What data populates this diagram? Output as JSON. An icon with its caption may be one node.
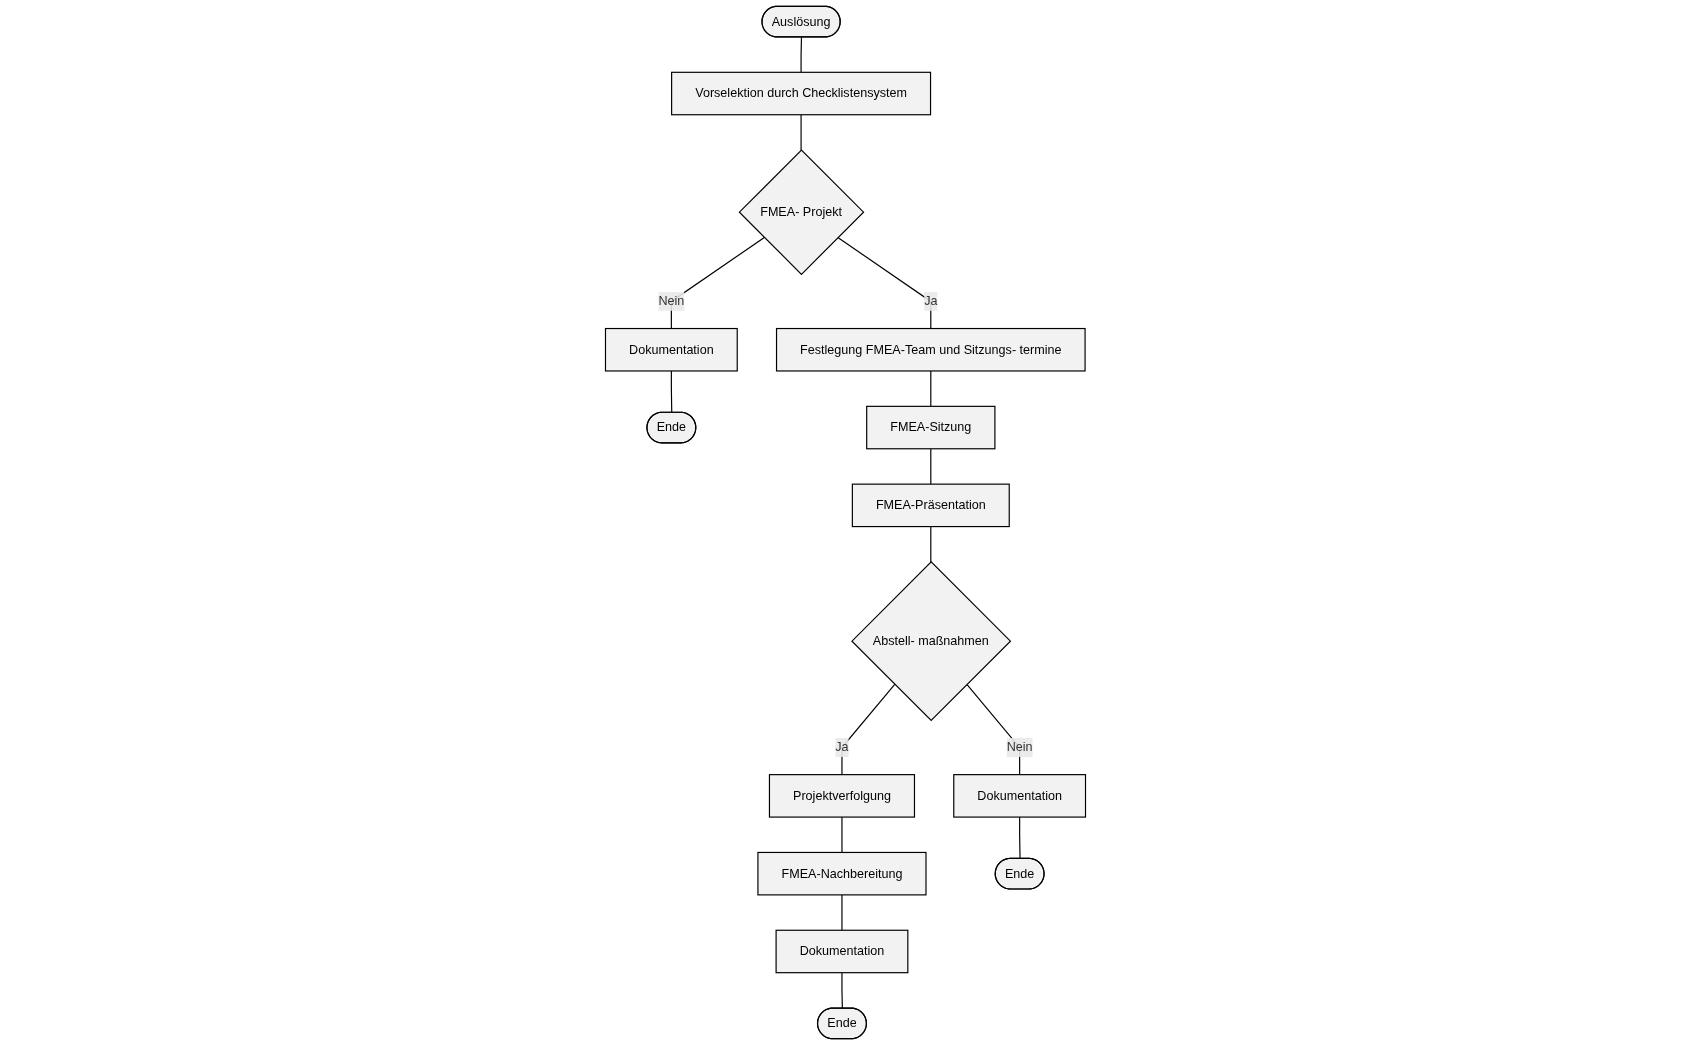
{
  "diagram": {
    "nodes": [
      {
        "text": [
          "Auslösung"
        ]
      },
      {
        "text": [
          "Vorselektion durch Checklistensystem"
        ]
      },
      {
        "text": [
          "Dokumentation"
        ]
      },
      {
        "text": [
          "FMEA- Projekt"
        ]
      },
      {
        "text": [
          "Projektverfolgung"
        ]
      },
      {
        "text": [
          "Ende"
        ]
      },
      {
        "text": [
          "Festlegung FMEA-Team und Sitzungs- termine"
        ]
      },
      {
        "text": [
          "FMEA-Nachbereitung"
        ]
      },
      {
        "text": [
          "FMEA-Sitzung"
        ]
      },
      {
        "text": [
          "Dokumentation"
        ]
      },
      {
        "text": [
          "FMEA-Präsentation"
        ]
      },
      {
        "text": [
          "Ende"
        ]
      },
      {
        "text": [
          "Dokumentation"
        ]
      },
      {
        "text": [
          "Abstell- maßnahmen"
        ]
      },
      {
        "text": [
          "Ende"
        ]
      }
    ],
    "edges": [
      {
        "from": 0,
        "to": 1,
        "arrow": "none"
      },
      {
        "from": 1,
        "to": 3,
        "arrow": "none"
      },
      {
        "from": 3,
        "to": 2,
        "arrow": "none",
        "label": "Nein"
      },
      {
        "from": 2,
        "to": 5,
        "arrow": "none"
      },
      {
        "from": 3,
        "to": 6,
        "arrow": "none",
        "label": "Ja"
      },
      {
        "from": 6,
        "to": 8,
        "arrow": "none"
      },
      {
        "from": 8,
        "to": 10,
        "arrow": "none"
      },
      {
        "from": 10,
        "to": 13,
        "arrow": "none"
      },
      {
        "from": 13,
        "to": 12,
        "arrow": "none",
        "label": "Nein"
      },
      {
        "from": 12,
        "to": 14,
        "arrow": "none"
      },
      {
        "from": 13,
        "to": 4,
        "arrow": "none",
        "label": "Ja"
      },
      {
        "from": 4,
        "to": 7,
        "arrow": "none"
      },
      {
        "from": 7,
        "to": 9,
        "arrow": "none"
      },
      {
        "from": 9,
        "to": 11,
        "arrow": "none"
      }
    ]
  }
}
